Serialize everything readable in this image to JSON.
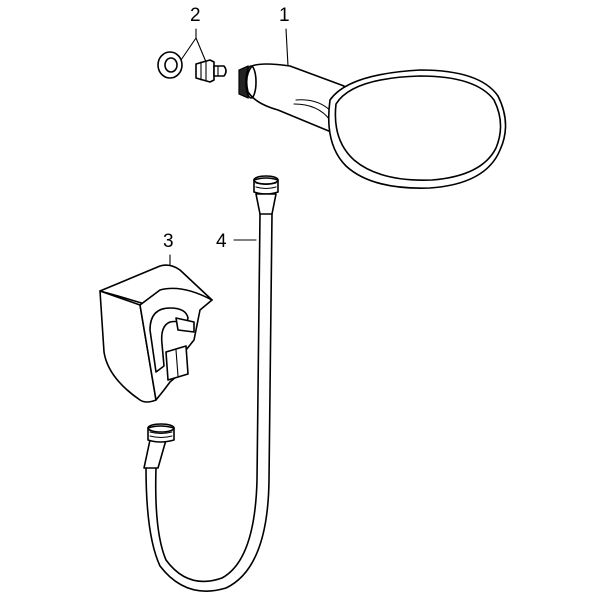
{
  "diagram": {
    "callouts": [
      {
        "id": "1",
        "text": "1"
      },
      {
        "id": "2",
        "text": "2"
      },
      {
        "id": "3",
        "text": "3"
      },
      {
        "id": "4",
        "text": "4"
      }
    ],
    "parts": [
      {
        "callout": "1",
        "icon": "hand-shower-icon"
      },
      {
        "callout": "2",
        "icon": "washer-and-flow-limiter-icon"
      },
      {
        "callout": "3",
        "icon": "wall-holder-icon"
      },
      {
        "callout": "4",
        "icon": "shower-hose-icon"
      }
    ],
    "line_color": "#000000",
    "background": "#ffffff"
  }
}
